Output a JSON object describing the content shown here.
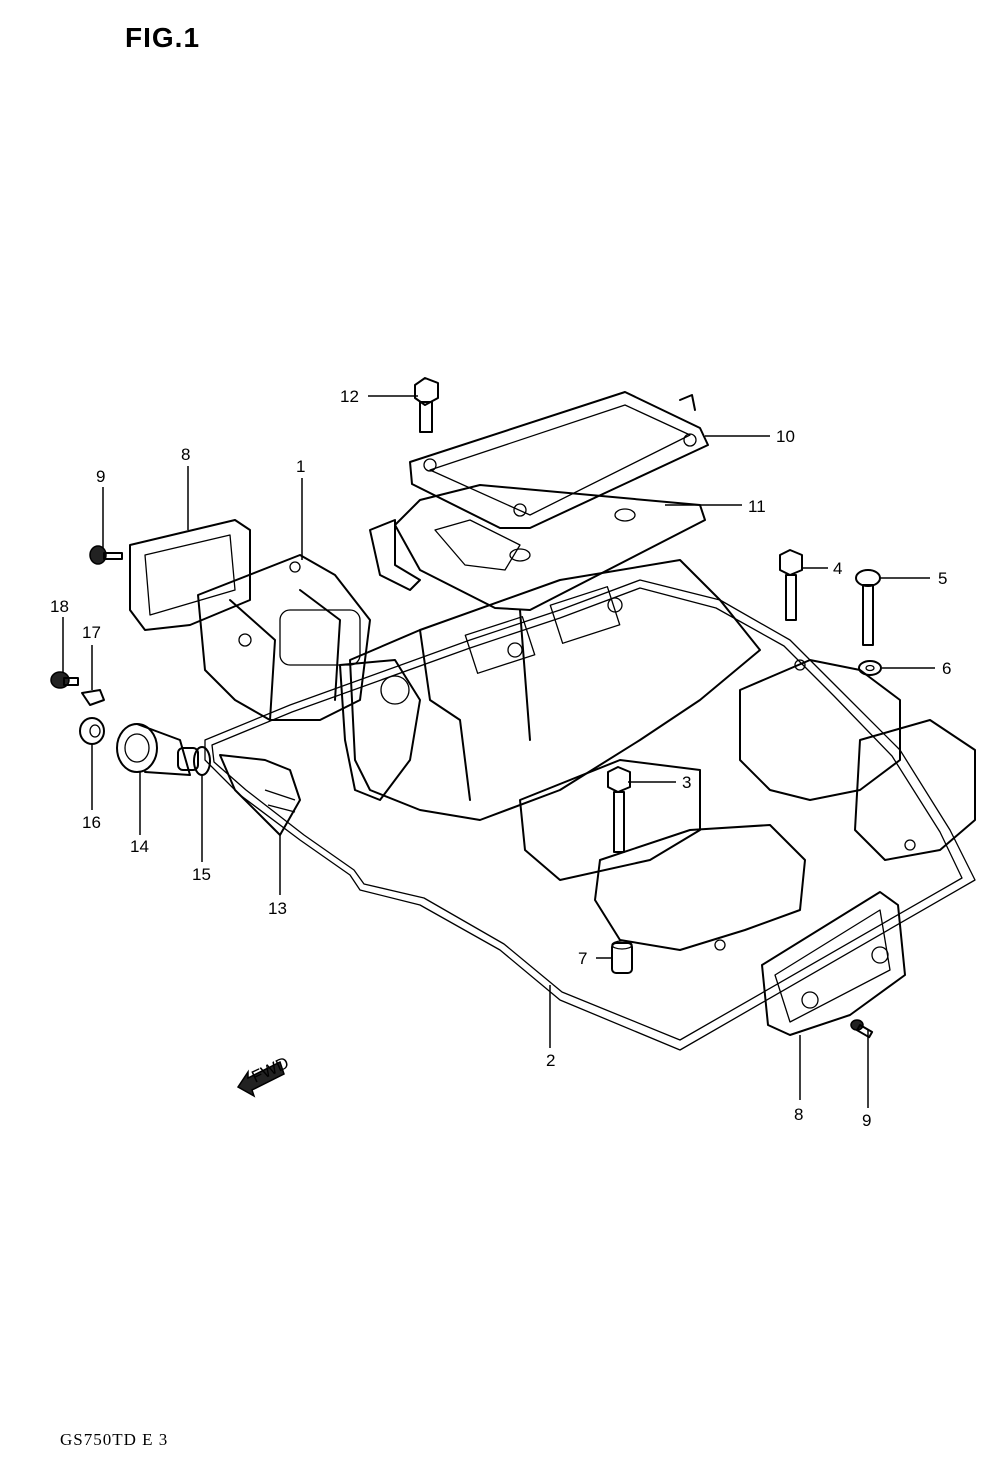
{
  "figure": {
    "title": "FIG.1",
    "code": "GS750TD E 3"
  },
  "fwd_arrow": {
    "label": "FWD"
  },
  "callouts": {
    "c1": "1",
    "c2": "2",
    "c3": "3",
    "c4": "4",
    "c5": "5",
    "c6": "6",
    "c7": "7",
    "c8a": "8",
    "c8b": "8",
    "c9a": "9",
    "c9b": "9",
    "c10": "10",
    "c11": "11",
    "c12": "12",
    "c13": "13",
    "c14": "14",
    "c15": "15",
    "c16": "16",
    "c17": "17",
    "c18": "18"
  }
}
